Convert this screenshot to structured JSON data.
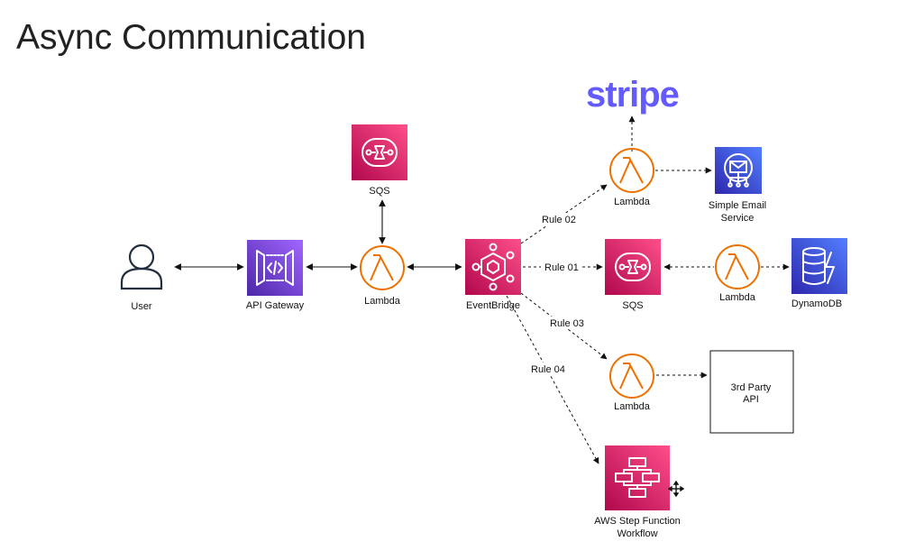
{
  "title": "Async Communication",
  "nodes": {
    "user": "User",
    "api_gateway": "API Gateway",
    "lambda_main": "Lambda",
    "sqs_top": "SQS",
    "eventbridge": "EventBridge",
    "lambda_rule02": "Lambda",
    "ses_line1": "Simple Email",
    "ses_line2": "Service",
    "sqs_rule01": "SQS",
    "lambda_dynamo": "Lambda",
    "dynamodb": "DynamoDB",
    "lambda_rule03": "Lambda",
    "third_party_line1": "3rd Party",
    "third_party_line2": "API",
    "step_line1": "AWS Step Function",
    "step_line2": "Workflow",
    "stripe": "stripe"
  },
  "rules": {
    "rule01": "Rule 01",
    "rule02": "Rule 02",
    "rule03": "Rule 03",
    "rule04": "Rule 04"
  },
  "colors": {
    "sqs": "#E7157B",
    "api_gateway": "#8C4FFF",
    "dynamodb": "#3B48CC",
    "ses": "#3B48CC",
    "lambda_stroke": "#ED7100",
    "stripe": "#635BFF"
  }
}
